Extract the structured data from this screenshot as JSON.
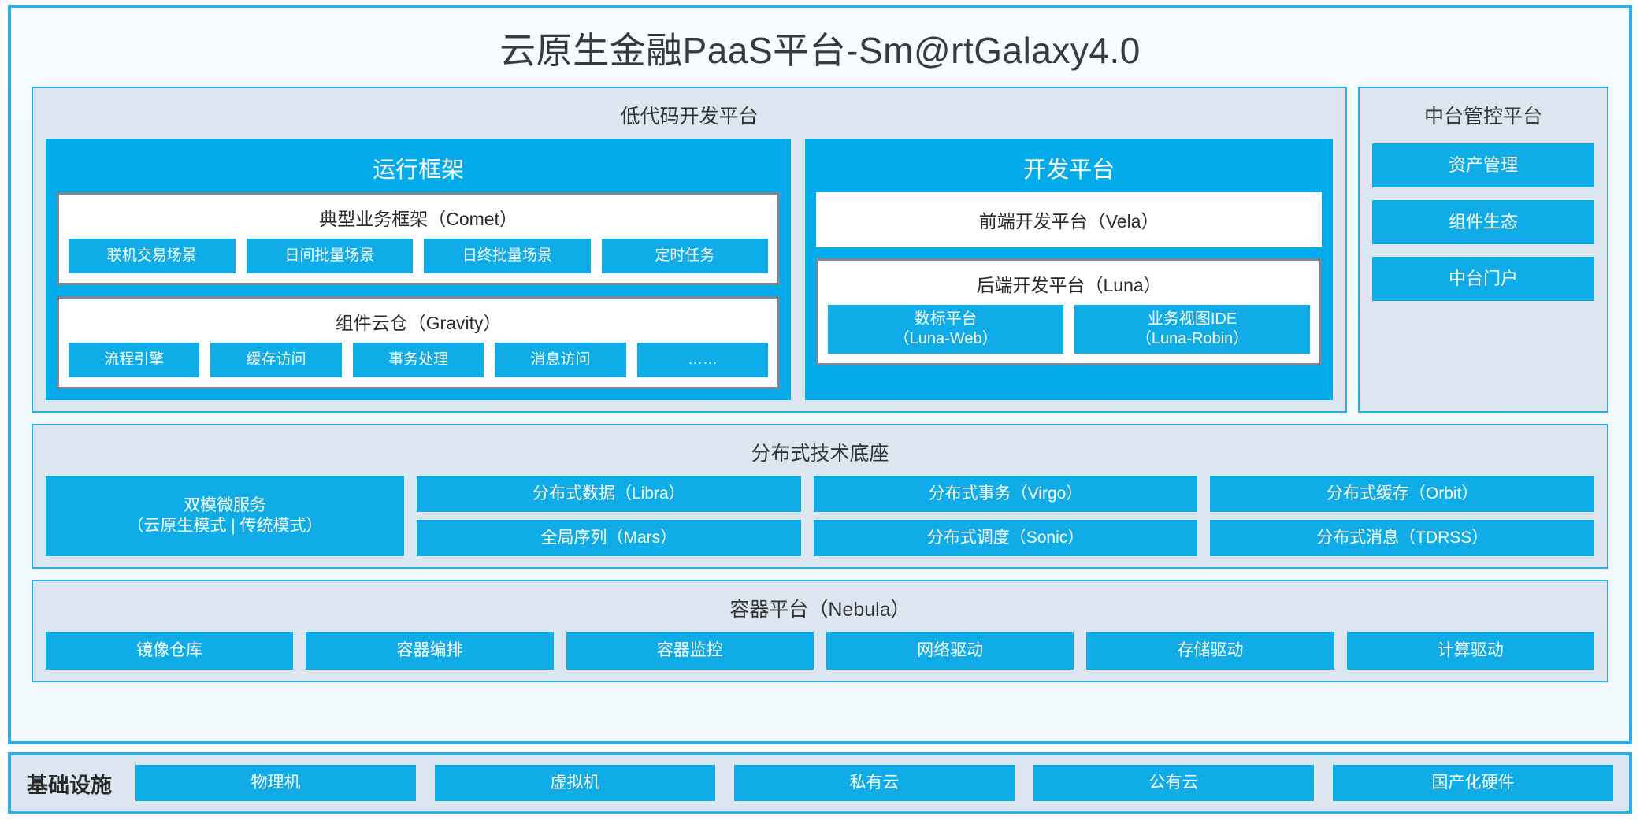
{
  "title": "云原生金融PaaS平台-Sm@rtGalaxy4.0",
  "colors": {
    "accent_blue": "#04ABEA",
    "chip_blue": "#0FACE8",
    "panel_bg": "#DCE6F1",
    "frame_border": "#2CADE6",
    "box_border": "#7A8896",
    "page_bg": "#F2FAFE"
  },
  "lowcode": {
    "title": "低代码开发平台",
    "runtime": {
      "title": "运行框架",
      "comet": {
        "title": "典型业务框架（Comet）",
        "items": [
          "联机交易场景",
          "日间批量场景",
          "日终批量场景",
          "定时任务"
        ]
      },
      "gravity": {
        "title": "组件云仓（Gravity）",
        "items": [
          "流程引擎",
          "缓存访问",
          "事务处理",
          "消息访问",
          "……"
        ]
      }
    },
    "devplatform": {
      "title": "开发平台",
      "frontend": "前端开发平台（Vela）",
      "backend": {
        "title": "后端开发平台（Luna）",
        "items": [
          {
            "name": "数标平台",
            "code": "（Luna-Web）"
          },
          {
            "name": "业务视图IDE",
            "code": "（Luna-Robin）"
          }
        ]
      }
    }
  },
  "console": {
    "title": "中台管控平台",
    "items": [
      "资产管理",
      "组件生态",
      "中台门户"
    ]
  },
  "distributed": {
    "title": "分布式技术底座",
    "wide": {
      "line1": "双模微服务",
      "line2": "（云原生模式 | 传统模式）"
    },
    "columns": [
      [
        "分布式数据（Libra）",
        "全局序列（Mars）"
      ],
      [
        "分布式事务（Virgo）",
        "分布式调度（Sonic）"
      ],
      [
        "分布式缓存（Orbit）",
        "分布式消息（TDRSS）"
      ]
    ]
  },
  "container": {
    "title": "容器平台（Nebula）",
    "items": [
      "镜像仓库",
      "容器编排",
      "容器监控",
      "网络驱动",
      "存储驱动",
      "计算驱动"
    ]
  },
  "infrastructure": {
    "label": "基础设施",
    "items": [
      "物理机",
      "虚拟机",
      "私有云",
      "公有云",
      "国产化硬件"
    ]
  }
}
